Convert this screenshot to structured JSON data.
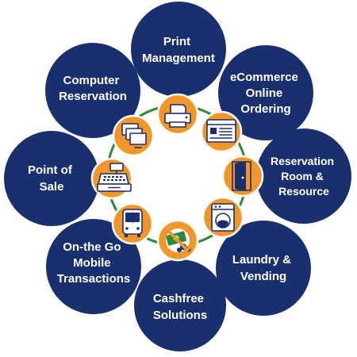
{
  "colors": {
    "circle_fill": "#1a2f6e",
    "circle_text": "#ffffff",
    "icon_background": "#f0962a",
    "connector_ring": "#2e8a3a",
    "icon_stroke": "#1a2f6e",
    "no_sign": "#f0962a",
    "money_green": "#2e8a3a"
  },
  "services": [
    {
      "id": "print",
      "lines": [
        "Print",
        "Management"
      ]
    },
    {
      "id": "ecommerce",
      "lines": [
        "eCommerce",
        "Online",
        "Ordering"
      ]
    },
    {
      "id": "reservation-room",
      "lines": [
        "Reservation",
        "Room &",
        "Resource"
      ]
    },
    {
      "id": "laundry",
      "lines": [
        "Laundry &",
        "Vending"
      ]
    },
    {
      "id": "cashfree",
      "lines": [
        "Cashfree",
        "Solutions"
      ]
    },
    {
      "id": "mobile",
      "lines": [
        "On-the Go",
        "Mobile",
        "Transactions"
      ]
    },
    {
      "id": "pos",
      "lines": [
        "Point of",
        "Sale"
      ]
    },
    {
      "id": "computer",
      "lines": [
        "Computer",
        "Reservation"
      ]
    }
  ],
  "icons": [
    {
      "name": "printer-icon"
    },
    {
      "name": "web-page-icon"
    },
    {
      "name": "door-icon"
    },
    {
      "name": "washing-machine-icon"
    },
    {
      "name": "no-cash-icon"
    },
    {
      "name": "bus-icon"
    },
    {
      "name": "cash-register-icon"
    },
    {
      "name": "computer-screens-icon"
    }
  ]
}
